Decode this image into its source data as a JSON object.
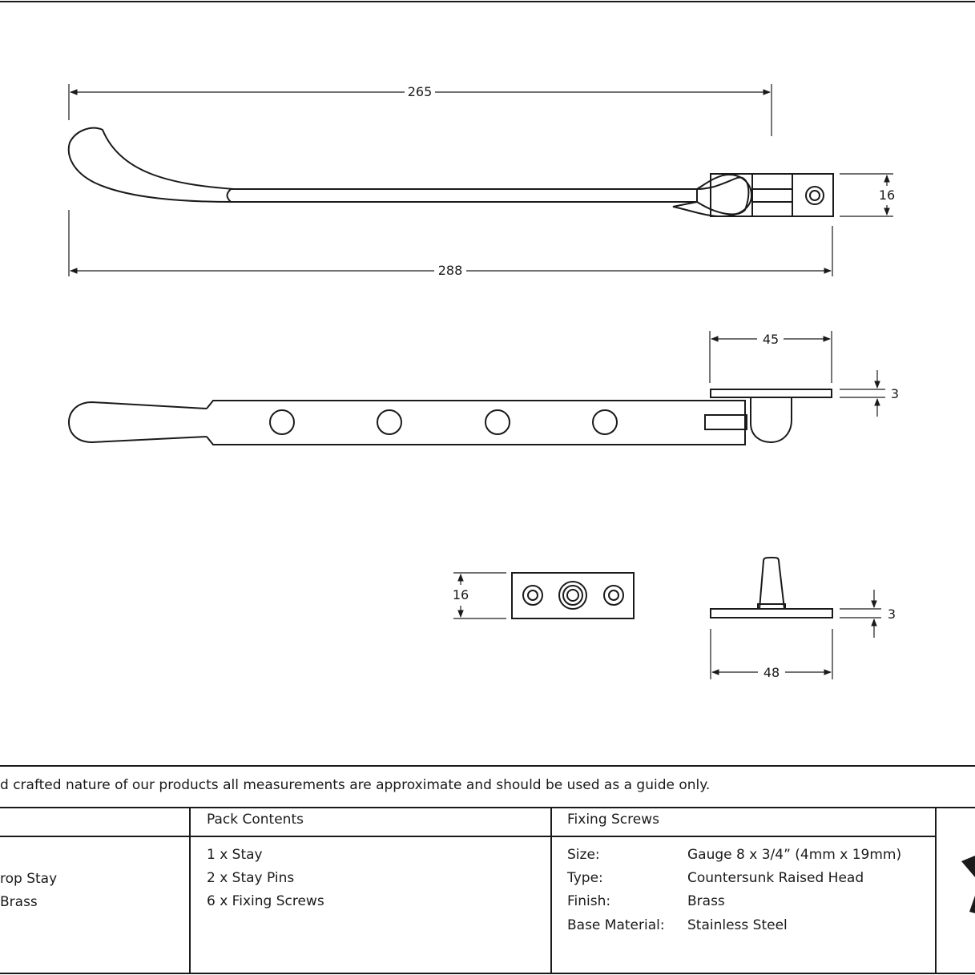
{
  "dimensions": {
    "overall_handle": "265",
    "overall_total": "288",
    "keep_height": "16",
    "pin_plate_width": "45",
    "pin_plate_thickness": "3",
    "plate_height": "16",
    "pin_base_thickness": "3",
    "pin_base_width": "48"
  },
  "disclaimer": "d crafted nature of our products all measurements are approximate and should be used as a guide only.",
  "table": {
    "col1": {
      "rows": [
        "rop Stay",
        "Brass"
      ]
    },
    "col2": {
      "header": "Pack Contents",
      "items": [
        "1 x Stay",
        "2 x Stay Pins",
        "6 x Fixing Screws"
      ]
    },
    "col3": {
      "header": "Fixing Screws",
      "rows": [
        {
          "label": "Size:",
          "value": "Gauge 8 x 3/4” (4mm x 19mm)"
        },
        {
          "label": "Type:",
          "value": "Countersunk Raised Head"
        },
        {
          "label": "Finish:",
          "value": "Brass"
        },
        {
          "label": "Base Material:",
          "value": "Stainless Steel"
        }
      ]
    }
  }
}
